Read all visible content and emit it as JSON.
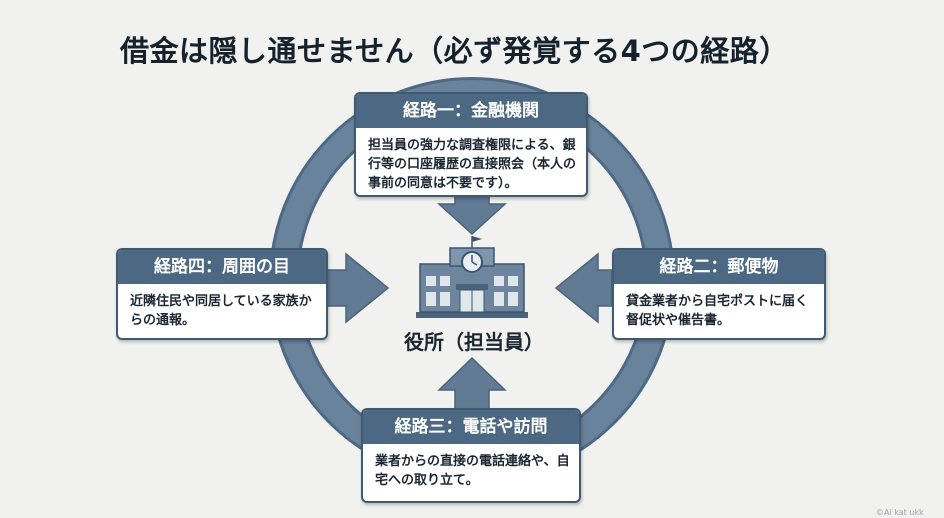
{
  "title": "借金は隠し通せません（必ず発覚する4つの経路）",
  "center": {
    "label": "役所（担当員）",
    "icon": "government-building-icon"
  },
  "routes": [
    {
      "heading": "経路一：金融機関",
      "body": "担当員の強力な調査権限による、銀行等の口座履歴の直接照会（本人の事前の同意は不要です）。"
    },
    {
      "heading": "経路二：郵便物",
      "body": "貸金業者から自宅ポストに届く督促状や催告書。"
    },
    {
      "heading": "経路三：電話や訪問",
      "body": "業者からの直接の電話連絡や、自宅への取り立て。"
    },
    {
      "heading": "経路四：周囲の目",
      "body": "近隣住民や同居している家族からの通報。"
    }
  ],
  "watermark": "©Ai kat  ukk",
  "colors": {
    "card_header": "#4c6882",
    "ring": "#5f7892",
    "arrow": "#627b94",
    "background": "#f1f2ef"
  }
}
